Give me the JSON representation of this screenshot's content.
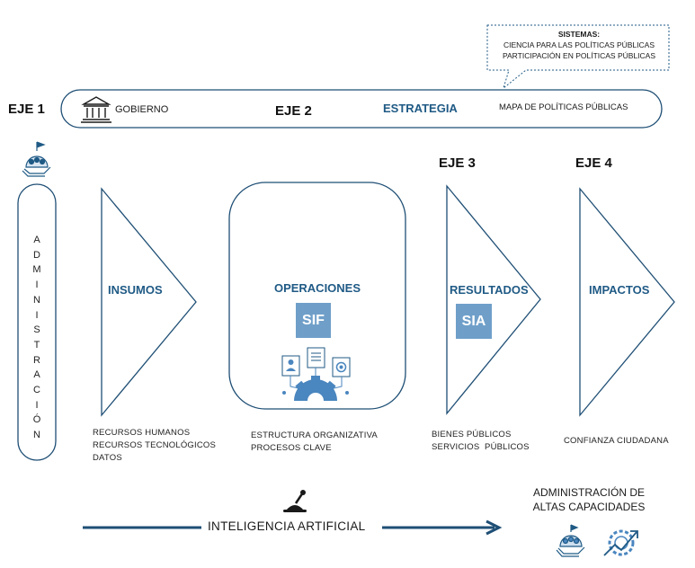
{
  "sistemas": {
    "title": "SISTEMAS:",
    "lines": [
      "CIENCIA PARA LAS POLÍTICAS PÚBLICAS",
      "PARTICIPACIÓN EN POLÍTICAS PÚBLICAS"
    ]
  },
  "top_bar": {
    "eje1": "EJE 1",
    "gobierno": "GOBIERNO",
    "eje2": "EJE 2",
    "estrategia": "ESTRATEGIA",
    "mapa": "MAPA DE POLÍTICAS PÚBLICAS"
  },
  "administracion_letters": [
    "A",
    "D",
    "M",
    "I",
    "N",
    "I",
    "S",
    "T",
    "R",
    "A",
    "C",
    "I",
    "Ó",
    "N"
  ],
  "ejes": {
    "eje3": "EJE 3",
    "eje4": "EJE 4"
  },
  "stages": {
    "insumos": {
      "title": "INSUMOS",
      "items": [
        "RECURSOS HUMANOS",
        "RECURSOS TECNOLÓGICOS",
        "DATOS"
      ]
    },
    "operaciones": {
      "title": "OPERACIONES",
      "badge": "SIF",
      "items": [
        "ESTRUCTURA ORGANIZATIVA",
        "PROCESOS CLAVE"
      ]
    },
    "resultados": {
      "title": "RESULTADOS",
      "badge": "SIA",
      "items": [
        "BIENES PÚBLICOS",
        "SERVICIOS  PÚBLICOS"
      ]
    },
    "impactos": {
      "title": "IMPACTOS",
      "items": [
        "CONFIANZA CIUDADANA"
      ]
    }
  },
  "bottom": {
    "ia": "INTELIGENCIA ARTIFICIAL",
    "admin_altas": [
      "ADMINISTRACIÓN DE",
      "ALTAS CAPACIDADES"
    ]
  },
  "colors": {
    "accent": "#1f5a85",
    "badge": "#6f9fc9",
    "outline": "#1f4f75"
  },
  "icons": [
    "building-icon",
    "team-hand-icon",
    "joystick-icon",
    "gear-workflow-icon",
    "growth-gear-icon"
  ]
}
